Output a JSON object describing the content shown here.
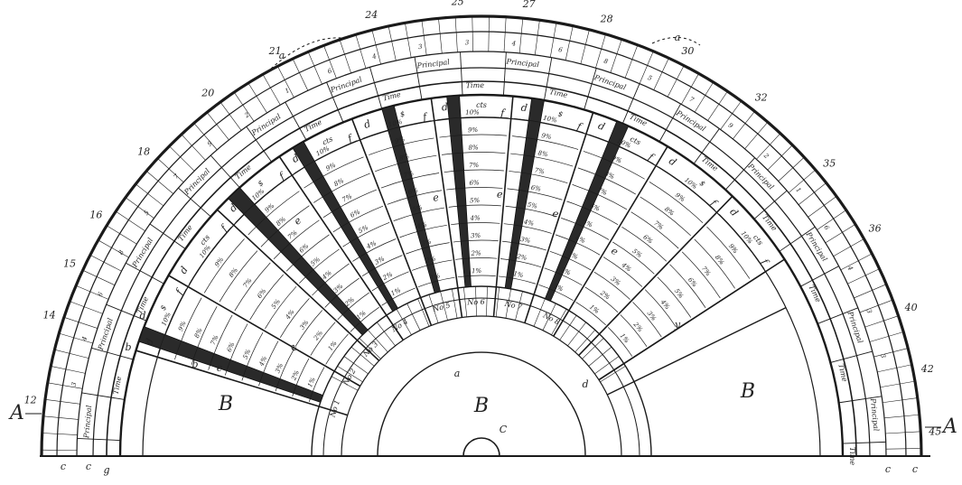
{
  "labels": {
    "principal": "Principal",
    "time": "Time",
    "pct_suffix": "%",
    "dollar": "$",
    "cts": "cts",
    "dollar_letter": "d",
    "f_letter": "f",
    "e_letter": "e",
    "A_left": "A",
    "A_right": "A",
    "B_left": "B",
    "B_center": "B",
    "B_right": "B",
    "C_label": "C",
    "a_label": "a",
    "a_prime": "a",
    "b_label": "b",
    "c_label": "c",
    "g_label": "g",
    "y_label": "y"
  },
  "ring_numbers": [
    "12",
    "14",
    "15",
    "16",
    "18",
    "20",
    "21",
    "24",
    "25",
    "27",
    "28",
    "30",
    "32",
    "35",
    "36",
    "40",
    "42",
    "45"
  ],
  "sectors": [
    "No 1",
    "No 2",
    "No 3",
    "No 4",
    "No 5",
    "No 6",
    "No 7",
    "No 8"
  ],
  "percents": [
    "1",
    "2",
    "3",
    "4",
    "5",
    "6",
    "7",
    "8",
    "9",
    "10"
  ],
  "ring_digits": [
    "3",
    "4",
    "6",
    "8",
    "5",
    "7",
    "9",
    "2",
    "1",
    "6",
    "4",
    "3"
  ]
}
